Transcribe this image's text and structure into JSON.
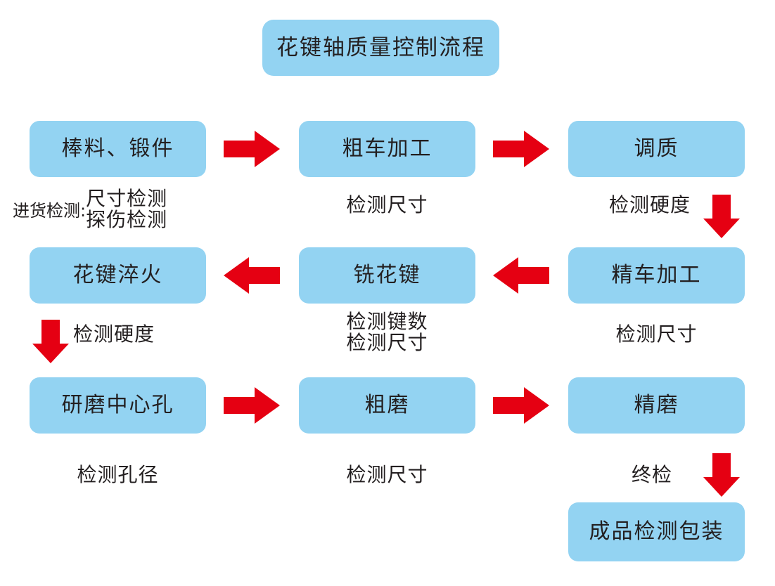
{
  "diagram": {
    "title": "花键轴质量控制流程",
    "accent_box_color": "#93d3f2",
    "arrow_color": "#e50012",
    "text_color": "#231f20",
    "background": "#ffffff"
  },
  "nodes": {
    "n1": "棒料、锻件",
    "n2": "粗车加工",
    "n3": "调质",
    "n4": "精车加工",
    "n5": "铣花键",
    "n6": "花键淬火",
    "n7": "研磨中心孔",
    "n8": "粗磨",
    "n9": "精磨",
    "n10": "成品检测包装"
  },
  "captions": {
    "c1_prefix": "进货检测:",
    "c1_line1": "尺寸检测",
    "c1_line2": "探伤检测",
    "c2": "检测尺寸",
    "c3": "检测硬度",
    "c4": "检测尺寸",
    "c5_line1": "检测键数",
    "c5_line2": "检测尺寸",
    "c6": "检测硬度",
    "c7": "检测孔径",
    "c8": "检测尺寸",
    "c9": "终检"
  },
  "arrows": {
    "a1": "arrow-right",
    "a2": "arrow-right",
    "a3": "arrow-down",
    "a4": "arrow-left",
    "a5": "arrow-left",
    "a6": "arrow-down",
    "a7": "arrow-right",
    "a8": "arrow-right",
    "a9": "arrow-down"
  }
}
